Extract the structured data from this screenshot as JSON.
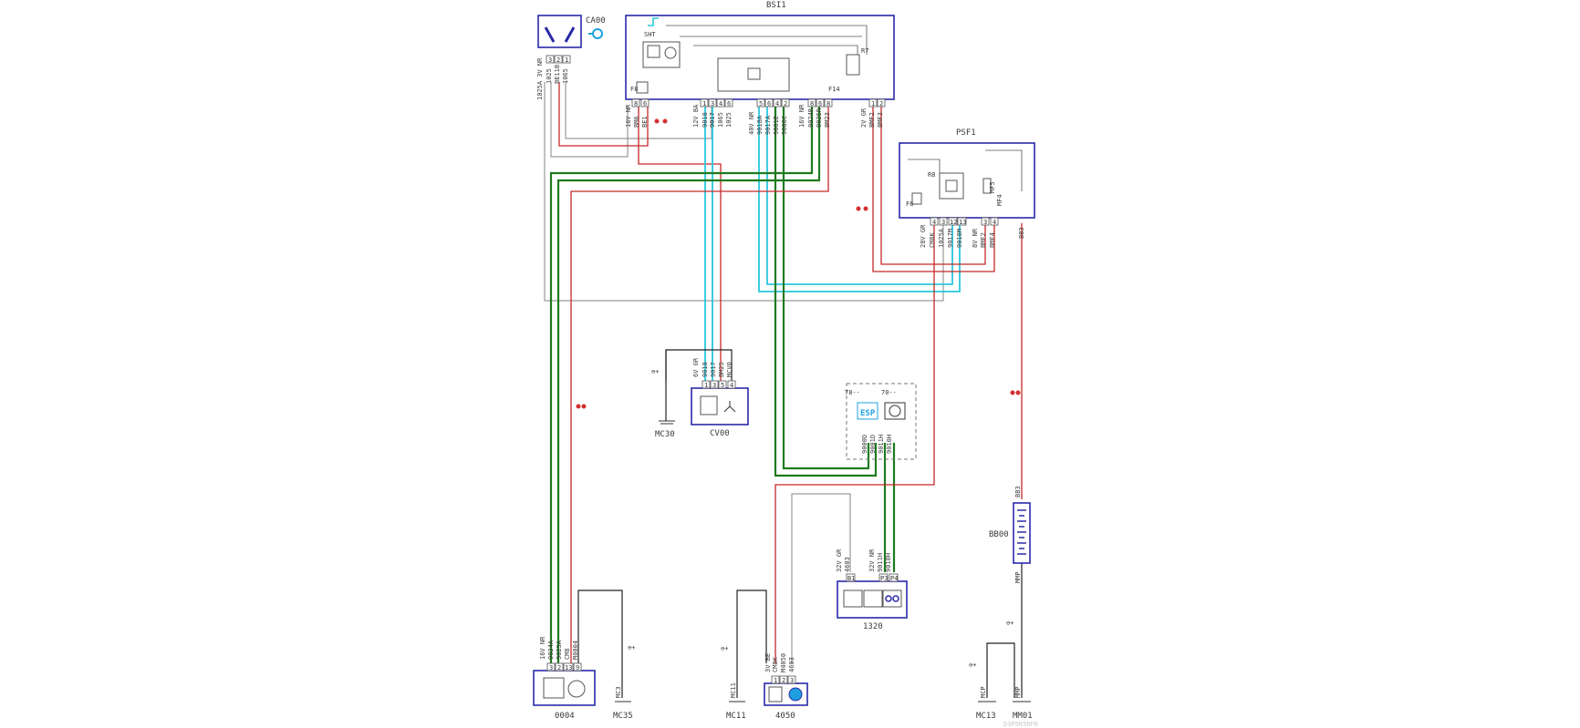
{
  "components": {
    "bsi1": "BSI1",
    "psf1": "PSF1",
    "ca00": "CA00",
    "cv00": "CV00",
    "c0004": "0004",
    "c4050": "4050",
    "c1320": "1320",
    "bb00": "BB00",
    "ecu_group_78": "78--",
    "ecu_group_70": "70--",
    "esp_badge": "ESP",
    "sht": "SHT",
    "r7": "R7",
    "r8": "R8",
    "f8": "F8",
    "f6": "F6",
    "f14": "F14",
    "mf5": "MF5",
    "mf4": "MF4"
  },
  "grounds": {
    "mc30": "MC30",
    "mc35": "MC35",
    "mc11": "MC11",
    "mc13": "MC13",
    "mm01": "MM01",
    "mc11_tag": "MC11",
    "mc13_tag": "MC13",
    "mc3": "MC3",
    "mm01_tag": "MM01"
  },
  "connectors": {
    "ca00": "1025A 3V NR",
    "bsi1_left": "16V NR",
    "bsi1_mid1": "12V BA",
    "bsi1_mid2": "40V NR",
    "bsi1_mid3": "16V NR",
    "bsi1_right": "2V GR",
    "psf1_left": "28V GR",
    "psf1_right": "8V NR",
    "cv00": "6V GR",
    "c0004": "16V NR",
    "c4050": "3V BE",
    "c1320_left": "32V GR",
    "c1320_right": "32V NR"
  },
  "wire_labels": {
    "ca00_w1": "1025",
    "ca00_w2": "BE11B",
    "ca00_w3": "1065",
    "bsi1_w_be1": "BE1",
    "bsi1_w_bm6": "BM6",
    "bsi1_w_9018": "9018",
    "bsi1_w_9017": "9017",
    "bsi1_w_1065": "1065",
    "bsi1_w_1025": "1025",
    "bsi1_w_9018a": "9018A",
    "bsi1_w_9017a": "9017A",
    "bsi1_w_9001e": "9001E",
    "bsi1_w_9000c": "9000C",
    "bsi1_w_9024r": "9024R",
    "bsi1_w_9025r": "9025R",
    "bsi1_w_bm23": "BM23",
    "bsi1_w_bmf2": "BMF2",
    "bsi1_w_bmf3": "BMF3",
    "psf1_w_cm8k": "CM8K",
    "psf1_w_1025a": "1025A",
    "psf1_w_9017m": "9017M",
    "psf1_w_9018m": "9018M",
    "psf1_w_bmf2": "BMF2",
    "psf1_w_bmf4": "BMF4",
    "psf1_w_bb3": "BB3",
    "cv00_w_9018": "9018",
    "cv00_w_9017": "9017",
    "cv00_w_bm25": "BM25",
    "cv00_w_mcv0": "MCV0",
    "c0004_w1": "9024A",
    "c0004_w2": "9025A",
    "c0004_w3": "CM8",
    "c0004_w4": "M0004",
    "c4050_w1": "CM8K",
    "c4050_w2": "M4050",
    "c4050_w3": "4603",
    "c1320_w1": "4603",
    "c1320_w2": "9011H",
    "c1320_w3": "9010H",
    "ecu_w1": "9000D",
    "ecu_w2": "9001D",
    "ecu_w3": "9011H",
    "ecu_w4": "9010H",
    "bb00_top": "BB3",
    "bb00_bottom": "MMP",
    "mc13_w": "MCP",
    "mm01_w": "MMP"
  },
  "pins": {
    "ca00": [
      "3",
      "2",
      "1"
    ],
    "bsi1_left": [
      "8",
      "6"
    ],
    "bsi1_mid1": [
      "1",
      "3",
      "4",
      "6"
    ],
    "bsi1_mid2": [
      "5",
      "6",
      "4",
      "2"
    ],
    "bsi1_mid3": [
      "8",
      "6",
      "8"
    ],
    "bsi1_right": [
      "1",
      "2"
    ],
    "psf1_left": [
      "4",
      "3",
      "12",
      "13"
    ],
    "psf1_right": [
      "3",
      "4"
    ],
    "cv00": [
      "1",
      "3",
      "5",
      "4"
    ],
    "c0004": [
      "3",
      "2",
      "13",
      "9"
    ],
    "c4050": [
      "1",
      "2",
      "3"
    ],
    "c1320": [
      "B1",
      "P3",
      "P4"
    ]
  },
  "ground_signs": [
    "⊖+",
    "⊖+",
    "⊖+",
    "⊖+",
    "⊖+"
  ],
  "footer_code": "D3P5R5RFR",
  "colors": {
    "box_outline": "#2a2aa8",
    "wire_red": "#c62828",
    "wire_green": "#1f7a1f",
    "wire_cyan": "#29c7dc",
    "wire_grey": "#9a9a9a",
    "esp_badge": "#1ea0e0"
  }
}
